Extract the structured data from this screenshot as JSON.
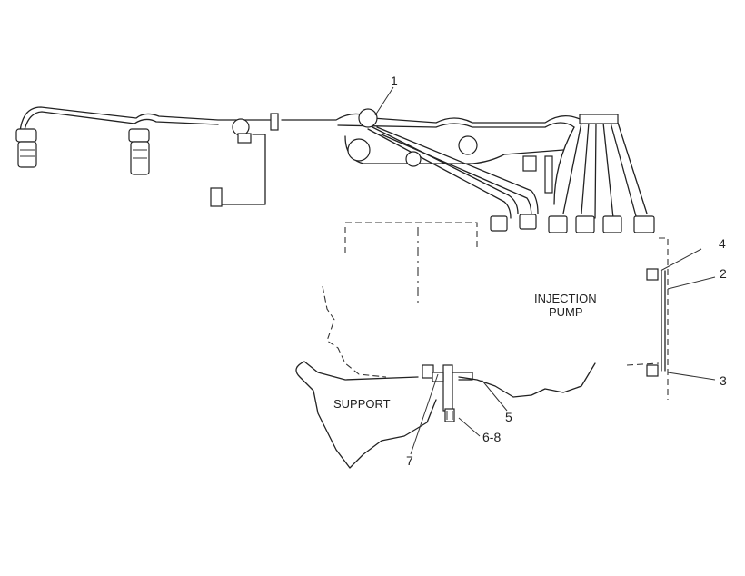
{
  "labels": {
    "injection_pump_line1": "INJECTION",
    "injection_pump_line2": "PUMP",
    "support": "SUPPORT"
  },
  "callouts": {
    "c1": "1",
    "c2": "2",
    "c3": "3",
    "c4": "4",
    "c5": "5",
    "c6_8": "6-8",
    "c7": "7"
  }
}
